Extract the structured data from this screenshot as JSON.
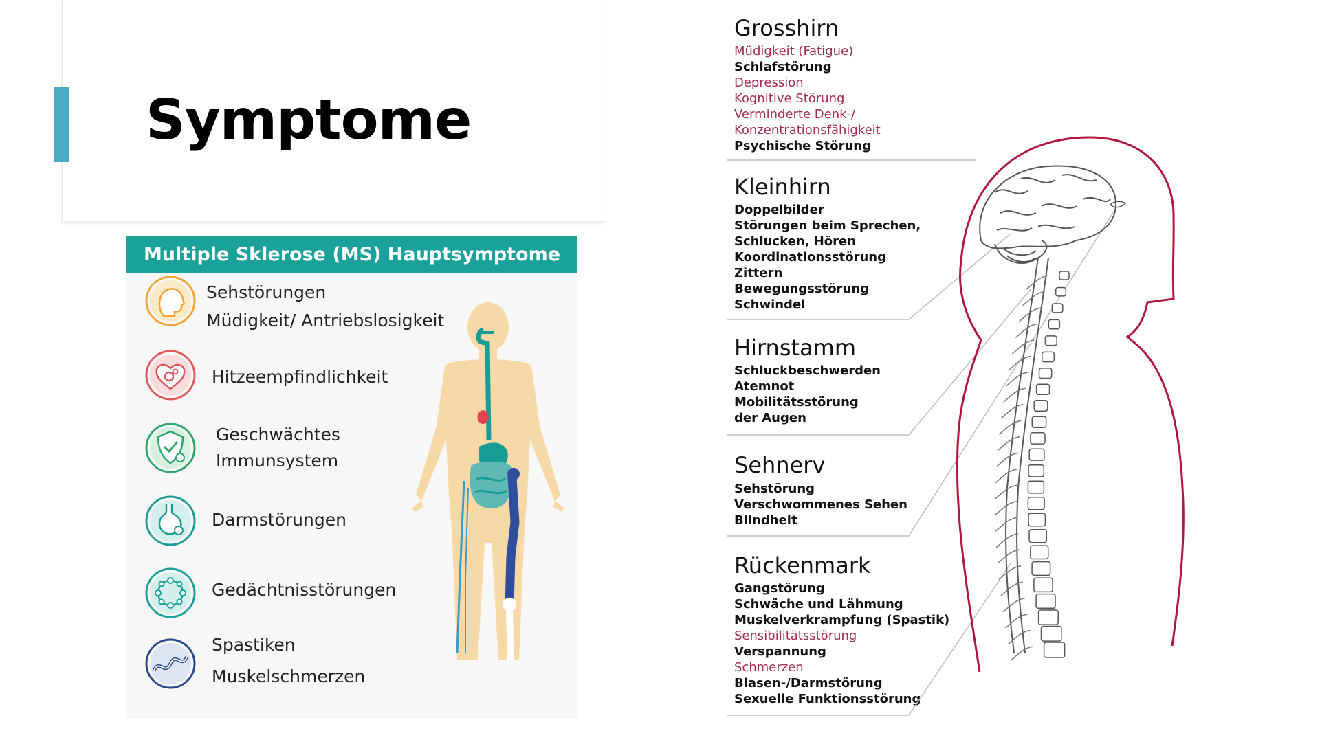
{
  "page": {
    "title": "Symptome"
  },
  "infographic": {
    "header": "Multiple Sklerose (MS) Hauptsymptome",
    "symptoms": [
      {
        "icon": "head-profile-icon",
        "lines": [
          "Sehstörungen",
          "Müdigkeit/ Antriebslosigkeit"
        ],
        "color": "#f0a632"
      },
      {
        "icon": "heart-gear-icon",
        "lines": [
          "Hitzeempfindlichkeit"
        ],
        "color": "#e0595c"
      },
      {
        "icon": "shield-check-icon",
        "lines": [
          "Geschwächtes",
          "Immunsystem"
        ],
        "color": "#2ea86a"
      },
      {
        "icon": "stomach-icon",
        "lines": [
          "Darmstörungen"
        ],
        "color": "#1c9c93"
      },
      {
        "icon": "neuron-ring-icon",
        "lines": [
          "Gedächtnisstörungen"
        ],
        "color": "#1aa29a"
      },
      {
        "icon": "muscle-wave-icon",
        "lines": [
          "Spastiken",
          "Muskelschmerzen"
        ],
        "color": "#2a4a8c"
      }
    ]
  },
  "regions": [
    {
      "name": "Grosshirn",
      "items": [
        {
          "text": "Müdigkeit (Fatigue)",
          "color": "red"
        },
        {
          "text": "Schlafstörung",
          "color": "black"
        },
        {
          "text": "Depression",
          "color": "red"
        },
        {
          "text": "Kognitive Störung",
          "color": "red"
        },
        {
          "text": "Verminderte Denk-/",
          "color": "red"
        },
        {
          "text": "Konzentrationsfähigkeit",
          "color": "red"
        },
        {
          "text": "Psychische Störung",
          "color": "black"
        }
      ]
    },
    {
      "name": "Kleinhirn",
      "items": [
        {
          "text": "Doppelbilder",
          "color": "black"
        },
        {
          "text": "Störungen beim Sprechen,",
          "color": "black"
        },
        {
          "text": "Schlucken, Hören",
          "color": "black"
        },
        {
          "text": "Koordinationsstörung",
          "color": "black"
        },
        {
          "text": "Zittern",
          "color": "black"
        },
        {
          "text": "Bewegungsstörung",
          "color": "black"
        },
        {
          "text": "Schwindel",
          "color": "black"
        }
      ]
    },
    {
      "name": "Hirnstamm",
      "items": [
        {
          "text": "Schluckbeschwerden",
          "color": "black"
        },
        {
          "text": "Atemnot",
          "color": "black"
        },
        {
          "text": "Mobilitätsstörung",
          "color": "black"
        },
        {
          "text": "der Augen",
          "color": "black"
        }
      ]
    },
    {
      "name": "Sehnerv",
      "items": [
        {
          "text": "Sehstörung",
          "color": "black"
        },
        {
          "text": "Verschwommenes Sehen",
          "color": "black"
        },
        {
          "text": "Blindheit",
          "color": "black"
        }
      ]
    },
    {
      "name": "Rückenmark",
      "items": [
        {
          "text": "Gangstörung",
          "color": "black"
        },
        {
          "text": "Schwäche und Lähmung",
          "color": "black"
        },
        {
          "text": "Muskelverkrampfung (Spastik)",
          "color": "black"
        },
        {
          "text": "Sensibilitätsstörung",
          "color": "red"
        },
        {
          "text": "Verspannung",
          "color": "black"
        },
        {
          "text": "Schmerzen",
          "color": "red"
        },
        {
          "text": "Blasen-/Darmstörung",
          "color": "black"
        },
        {
          "text": "Sexuelle Funktionsstörung",
          "color": "black"
        }
      ]
    }
  ],
  "colors": {
    "accent": "#4aa9c3",
    "teal": "#1aa29a",
    "crimson": "#a52a55",
    "outline": "#b0173f"
  }
}
